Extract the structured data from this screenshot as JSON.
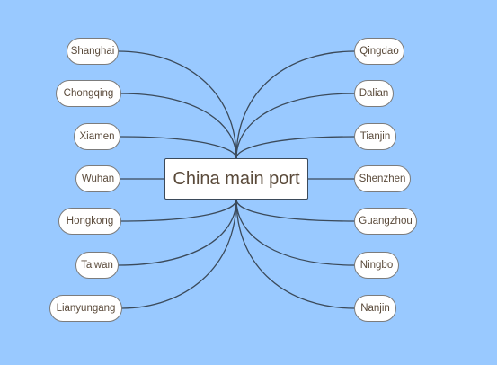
{
  "center": {
    "label": "China main port"
  },
  "left_topics": [
    {
      "label": "Shanghai"
    },
    {
      "label": "Chongqing"
    },
    {
      "label": "Xiamen"
    },
    {
      "label": "Wuhan"
    },
    {
      "label": "Hongkong"
    },
    {
      "label": "Taiwan"
    },
    {
      "label": "Lianyungang"
    }
  ],
  "right_topics": [
    {
      "label": "Qingdao"
    },
    {
      "label": "Dalian"
    },
    {
      "label": "Tianjin"
    },
    {
      "label": "Shenzhen"
    },
    {
      "label": "Guangzhou"
    },
    {
      "label": "Ningbo"
    },
    {
      "label": "Nanjin"
    }
  ],
  "colors": {
    "background": "#99c9ff",
    "node_fill": "#ffffff",
    "connector": "#3b4a5a",
    "text": "#5a4a3a"
  }
}
